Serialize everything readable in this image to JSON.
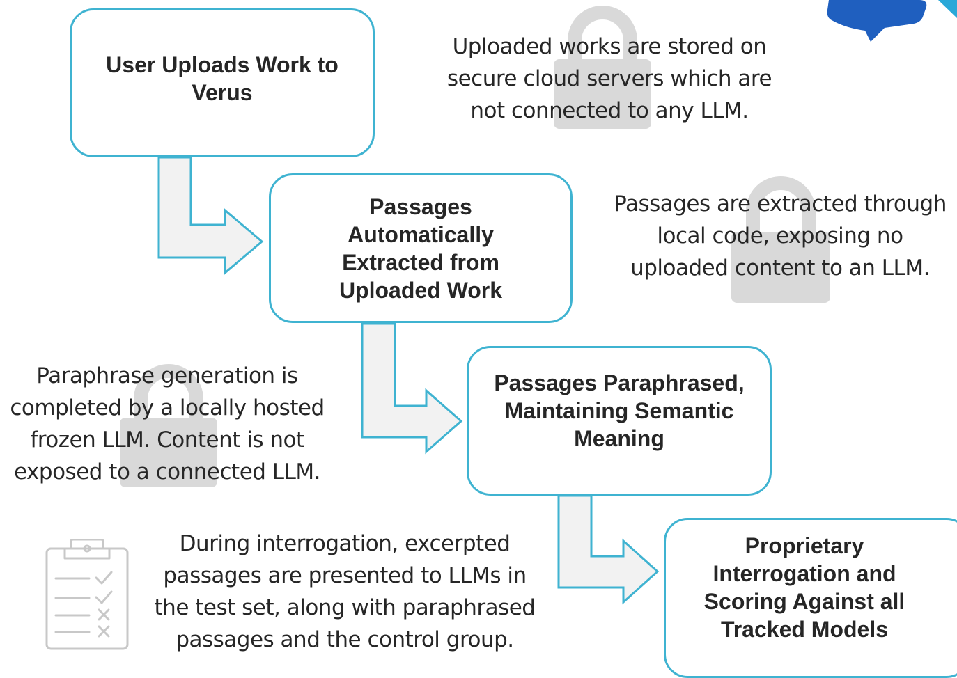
{
  "steps": [
    {
      "label": "User Uploads Work to Verus",
      "lines": [
        "User Uploads Work to",
        "Verus"
      ]
    },
    {
      "label": "Passages Automatically Extracted from Uploaded Work",
      "lines": [
        "Passages",
        "Automatically",
        "Extracted from",
        "Uploaded Work"
      ]
    },
    {
      "label": "Passages Paraphrased, Maintaining Semantic Meaning",
      "lines": [
        "Passages Paraphrased,",
        "Maintaining Semantic",
        "Meaning"
      ]
    },
    {
      "label": "Proprietary Interrogation and Scoring Against all Tracked Models",
      "lines": [
        "Proprietary",
        "Interrogation and",
        "Scoring Against all",
        "Tracked Models"
      ]
    }
  ],
  "notes": [
    {
      "text": "Uploaded works are stored on secure cloud servers which are not connected to any LLM.",
      "lines": [
        "Uploaded works are stored on",
        "secure cloud servers which are",
        "not connected to any LLM."
      ],
      "icon": "lock-icon"
    },
    {
      "text": "Passages are extracted through local code, exposing no uploaded content to an LLM.",
      "lines": [
        "Passages are extracted through",
        "local code, exposing no",
        "uploaded content to an LLM."
      ],
      "icon": "lock-icon"
    },
    {
      "text": "Paraphrase generation is completed by a locally hosted frozen LLM. Content is not exposed to a connected LLM.",
      "lines": [
        "Paraphrase generation is",
        "completed by a locally hosted",
        "frozen LLM. Content is not",
        "exposed to a connected LLM."
      ],
      "icon": "lock-icon"
    },
    {
      "text": "During interrogation, excerpted passages are presented to LLMs in the test set, along with paraphrased passages and the control group.",
      "lines": [
        "During interrogation, excerpted",
        "passages are presented to LLMs in",
        "the test set, along with paraphrased",
        "passages and the control group."
      ],
      "icon": "clipboard-checklist-icon"
    }
  ],
  "colors": {
    "box_border": "#3fb3d1",
    "arrow_fill": "#f2f2f2",
    "lock": "#d9d9d9",
    "text": "#262626",
    "brand_blue": "#1f5fbf"
  }
}
